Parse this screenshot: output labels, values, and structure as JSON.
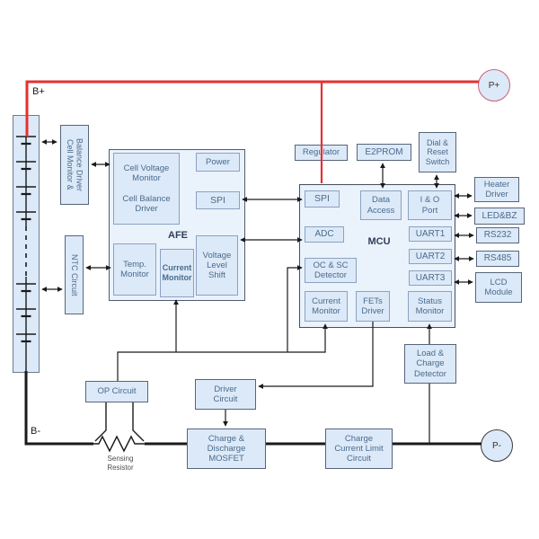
{
  "diagram_type": "battery-management-system-block-diagram",
  "labels": {
    "b_plus": "B+",
    "b_minus": "B-",
    "p_plus": "P+",
    "p_minus": "P-",
    "cell_monitor_balance_driver": "Cell Monitor &\nBalance Driver",
    "ntc_circuit": "NTC Circuit",
    "afe": "AFE",
    "cell_voltage_monitor": "Cell Voltage\nMonitor\n\nCell Balance\nDriver",
    "power": "Power",
    "afe_spi": "SPI",
    "temp_monitor": "Temp.\nMonitor",
    "afe_current_monitor": "Current\nMonitor",
    "voltage_level_shift": "Voltage\nLevel\nShift",
    "regulator": "Regulator",
    "e2prom": "E2PROM",
    "dial_reset_switch": "Dial &\nReset\nSwitch",
    "mcu": "MCU",
    "mcu_spi": "SPI",
    "data_access": "Data\nAccess",
    "io_port": "I & O\nPort",
    "adc": "ADC",
    "oc_sc_detector": "OC & SC\nDetector",
    "uart1": "UART1",
    "uart2": "UART2",
    "uart3": "UART3",
    "mcu_current_monitor": "Current\nMonitor",
    "fets_driver": "FETs\nDriver",
    "status_monitor": "Status\nMonitor",
    "heater_driver": "Heater\nDriver",
    "led_bz": "LED&BZ",
    "rs232": "RS232",
    "rs485": "RS485",
    "lcd_module": "LCD\nModule",
    "op_circuit": "OP Circuit",
    "driver_circuit": "Driver\nCircuit",
    "charge_discharge_mosfet": "Charge &\nDischarge\nMOSFET",
    "charge_current_limit_circuit": "Charge\nCurrent Limit\nCircuit",
    "load_charge_detector": "Load &\nCharge\nDetector",
    "sensing_resistor": "Sensing\nResistor"
  },
  "colors": {
    "box_fill": "#dce9f8",
    "container_fill": "#eaf2fc",
    "inner_border": "#8ba2c0",
    "outer_border": "#56657a",
    "text": "#4a6b8c",
    "power_line_red": "#e53030",
    "bus_line_black": "#1a1a1a",
    "p_plus_ring": "#c96070"
  }
}
